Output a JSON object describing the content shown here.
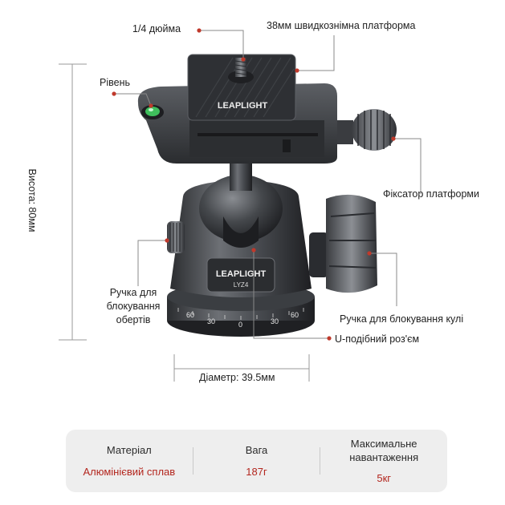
{
  "callouts": {
    "screw": "1/4 дюйма",
    "plate": "38мм швидкознімна платформа",
    "level": "Рівень",
    "clamp_knob": "Фіксатор платформи",
    "pan_lock": "Ручка для блокування обертів",
    "ball_lock": "Ручка для блокування кулі",
    "u_slot": "U-подібний роз'єм"
  },
  "dimensions": {
    "height": "Висота: 80мм",
    "diameter": "Діаметр: 39.5мм"
  },
  "product": {
    "brand_plate": "LEAPLIGHT",
    "brand_body": "LEAPLIGHT",
    "model": "LYZ4",
    "scale_labels": [
      "60",
      "30",
      "0",
      "30",
      "60"
    ]
  },
  "specs": [
    {
      "label": "Матеріал",
      "value": "Алюмінієвий сплав"
    },
    {
      "label": "Вага",
      "value": "187г"
    },
    {
      "label": "Максимальне навантаження",
      "value": "5кг"
    }
  ],
  "colors": {
    "accent": "#b3261e",
    "dot": "#c0392b",
    "panel_bg": "#eeeeee"
  }
}
